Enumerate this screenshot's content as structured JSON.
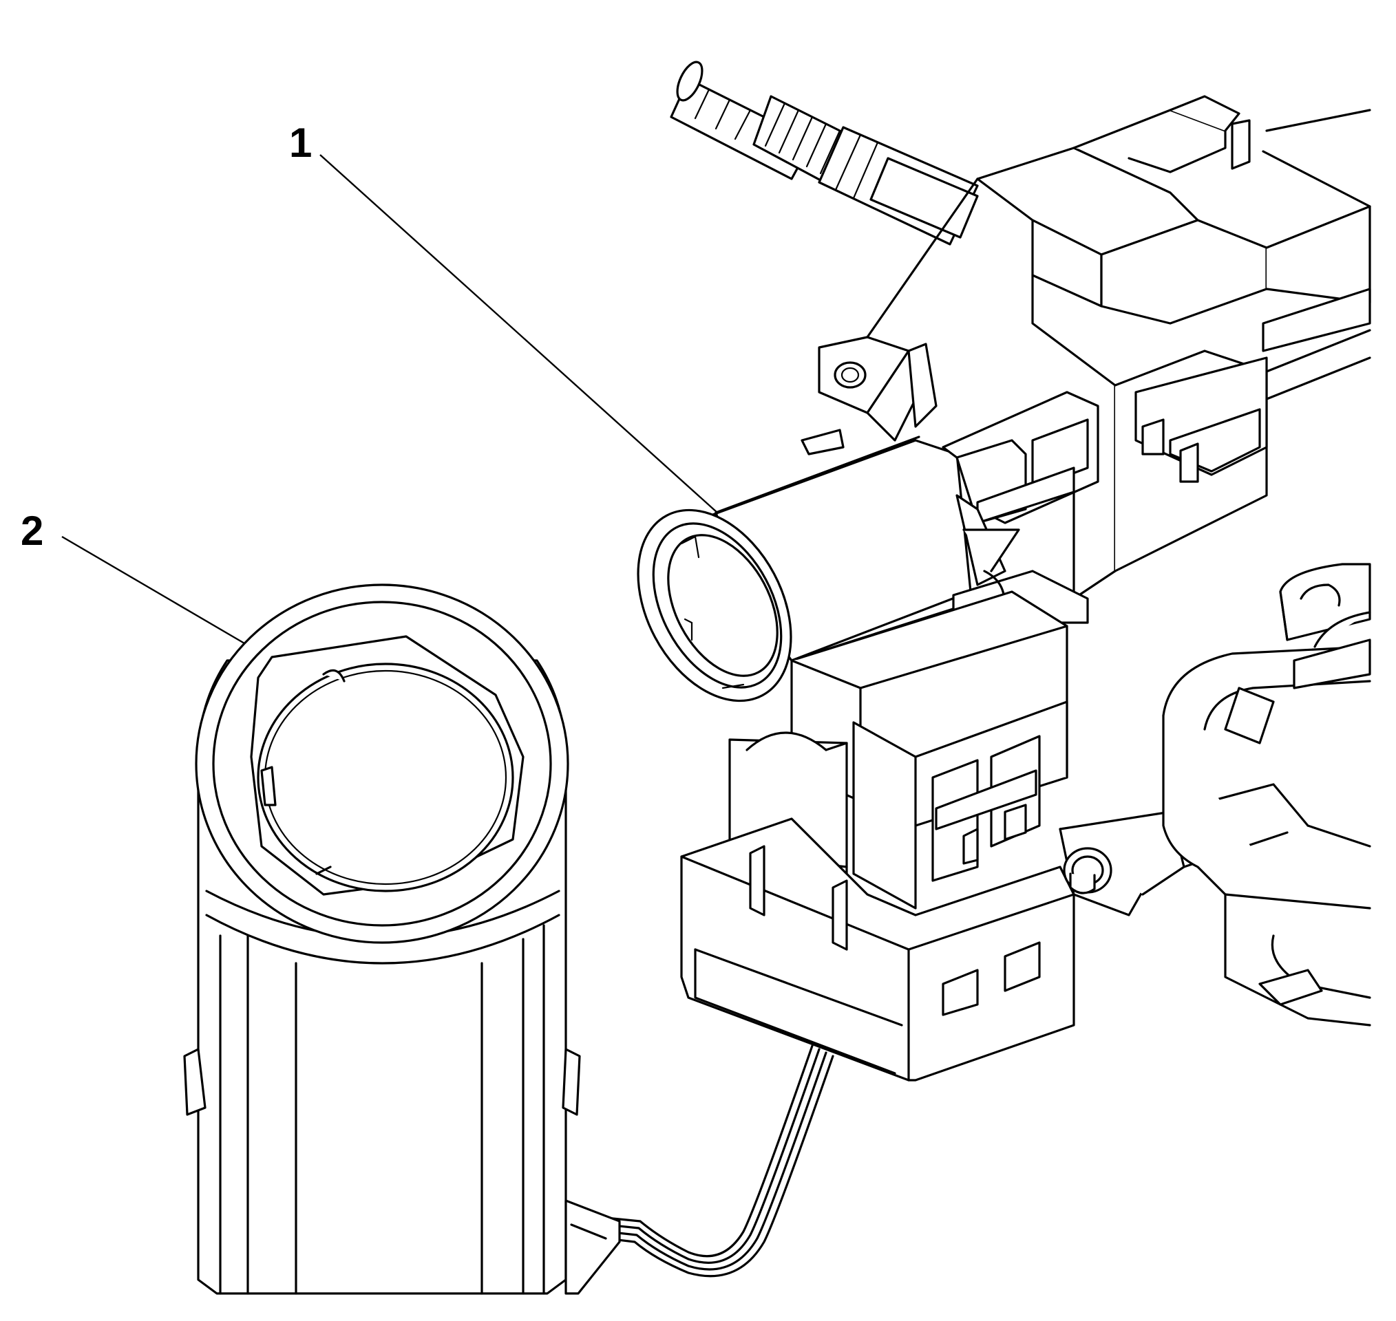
{
  "diagram": {
    "callouts": [
      {
        "id": "1",
        "label": "1"
      },
      {
        "id": "2",
        "label": "2"
      }
    ],
    "colors": {
      "line": "#000000",
      "fill": "#ffffff"
    }
  }
}
